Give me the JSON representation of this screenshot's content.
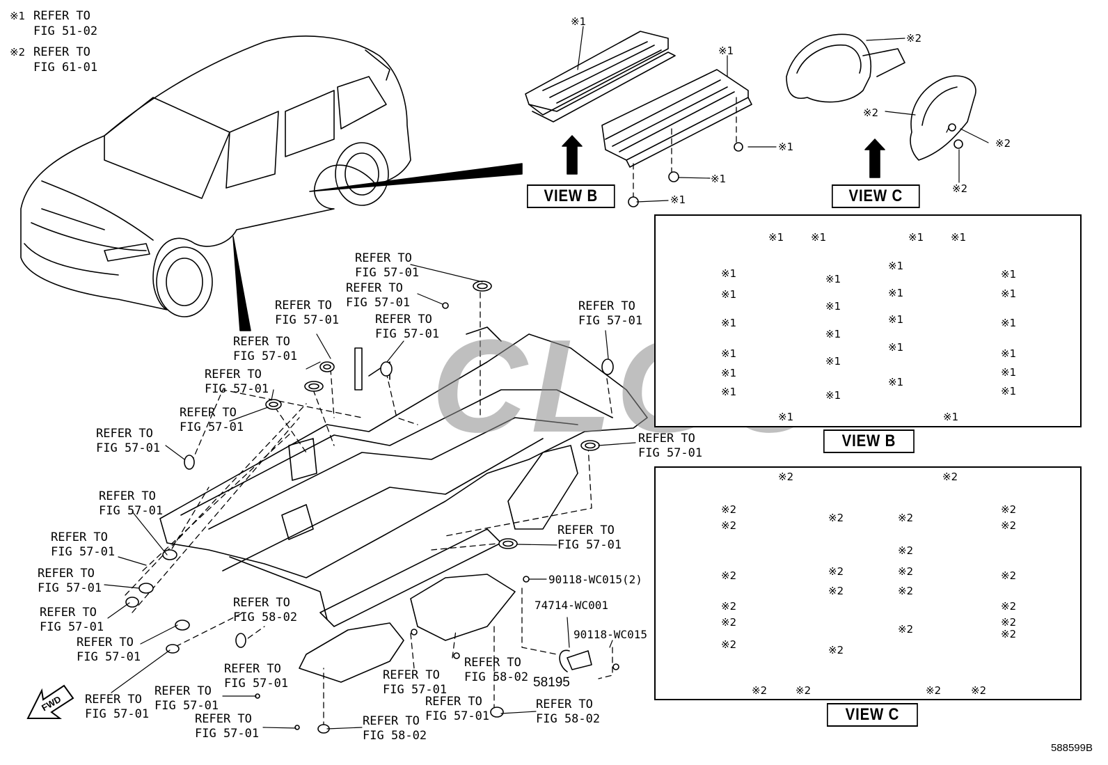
{
  "legend": [
    {
      "mark": "※1",
      "line1": "REFER TO",
      "line2": "FIG 51-02"
    },
    {
      "mark": "※2",
      "line1": "REFER TO",
      "line2": "FIG 61-01"
    }
  ],
  "views": {
    "view_b": "VIEW B",
    "view_c": "VIEW C"
  },
  "marks": {
    "m1": "※1",
    "m2": "※2"
  },
  "refer": {
    "line1": "REFER TO",
    "fig_57_01": "FIG 57-01",
    "fig_58_02": "FIG 58-02"
  },
  "parts": {
    "p1": "90118-WC015(2)",
    "p2": "74714-WC001",
    "p3": "90118-WC015",
    "p4": "58195"
  },
  "fwd": "FWD",
  "diagram_code": "588599B",
  "watermark": "CLGC"
}
